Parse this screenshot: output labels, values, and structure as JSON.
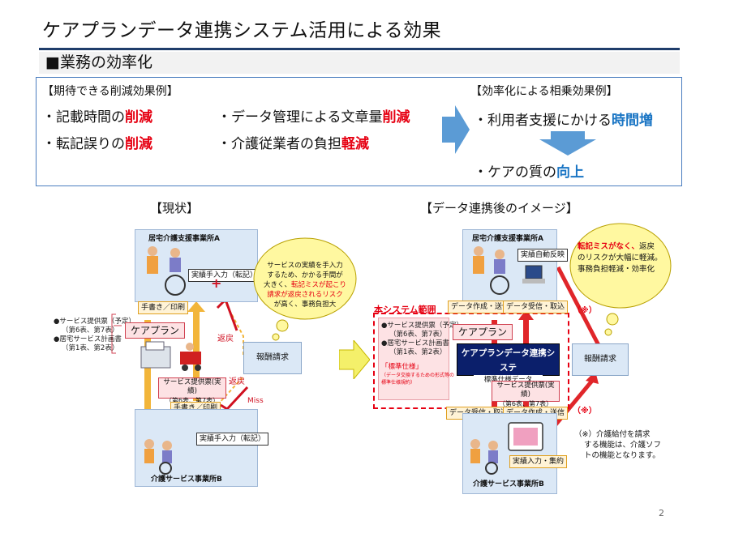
{
  "header": {
    "title": "ケアプランデータ連携システム活用による効果",
    "subtitle": "■業務の効率化"
  },
  "effects": {
    "left_heading": "【期待できる削減効果例】",
    "items": [
      {
        "prefix": "・記載時間の",
        "emph": "削減"
      },
      {
        "prefix": "・データ管理による文章量",
        "emph": "削減"
      },
      {
        "prefix": "・転記誤りの",
        "emph": "削減"
      },
      {
        "prefix": "・介護従業者の負担",
        "emph": "軽減"
      }
    ],
    "right_heading": "【効率化による相乗効果例】",
    "synergy_1_prefix": "・利用者支援にかける",
    "synergy_1_emph": "時間増",
    "synergy_2_prefix": "・ケアの質の",
    "synergy_2_emph": "向上"
  },
  "current": {
    "heading": "【現状】",
    "office_a": "居宅介護支援事業所A",
    "office_b": "介護サービス事業所B",
    "manual_input_top": "実績手入力（転記）",
    "handwrite_print_top": "手書き／印刷",
    "careplan": "ケアプラン",
    "docs": [
      "●サービス提供票（予定）",
      "（第6表、第7表）",
      "●居宅サービス計画書",
      "（第1表、第2表）"
    ],
    "service_record": "サービス提供票(実績)",
    "service_record_tables": "（第6表、第7表）",
    "handwrite_print_bottom": "手書き／印刷",
    "manual_input_bottom": "実績手入力（転記）",
    "return_1": "返戻",
    "return_2": "返戻",
    "miss": "Miss",
    "report": "報酬請求",
    "cloud_plain_1": "サービスの実績を手入力",
    "cloud_plain_2": "するため、かかる手間が",
    "cloud_plain_3": "大きく、",
    "cloud_red_1": "転記ミスが起こり",
    "cloud_red_2": "請求が返戻されるリスク",
    "cloud_plain_4": "が高く、事務負担大"
  },
  "after": {
    "heading": "【データ連携後のイメージ】",
    "office_a": "居宅介護支援事業所A",
    "office_b": "介護サービス事業所B",
    "auto_reflect": "実績自動反映",
    "scope": "本システム範囲",
    "data_create_send_top": "データ作成・送信",
    "data_receive_top": "データ受信・取込",
    "careplan": "ケアプラン",
    "docs": [
      "●サービス提供票（予定）",
      "（第6表、第7表）",
      "●居宅サービス計画書",
      "（第1表、第2表）"
    ],
    "standard": "「標準仕様」",
    "standard_note": "（データ交換するための形式等の標準仕様規約）",
    "system": "ケアプランデータ連携システ",
    "standard_data": "標準仕様データ",
    "service_record": "サービス提供票(実績)",
    "service_record_tables": "（第6表、第7表）",
    "data_receive_bottom": "データ受信・取込",
    "data_create_send_bottom": "データ作成・送信",
    "input_aggregate": "実績入力・集約",
    "report": "報酬請求",
    "asterisk": "（※）",
    "cloud_red": "転記ミスがなく、",
    "cloud_plain_1": "返戻",
    "cloud_plain_2": "のリスクが大幅に軽減。",
    "cloud_plain_3": "事務負担軽減・効率化",
    "note_1": "（※）介護給付を請求",
    "note_2": "する機能は、介護ソフ",
    "note_3": "トの機能となります。"
  },
  "page_number": "2",
  "colors": {
    "accent_red": "#e60012",
    "accent_blue": "#1a75c4",
    "arrow_blue": "#5b9bd5",
    "rule_navy": "#1f3d6b"
  }
}
